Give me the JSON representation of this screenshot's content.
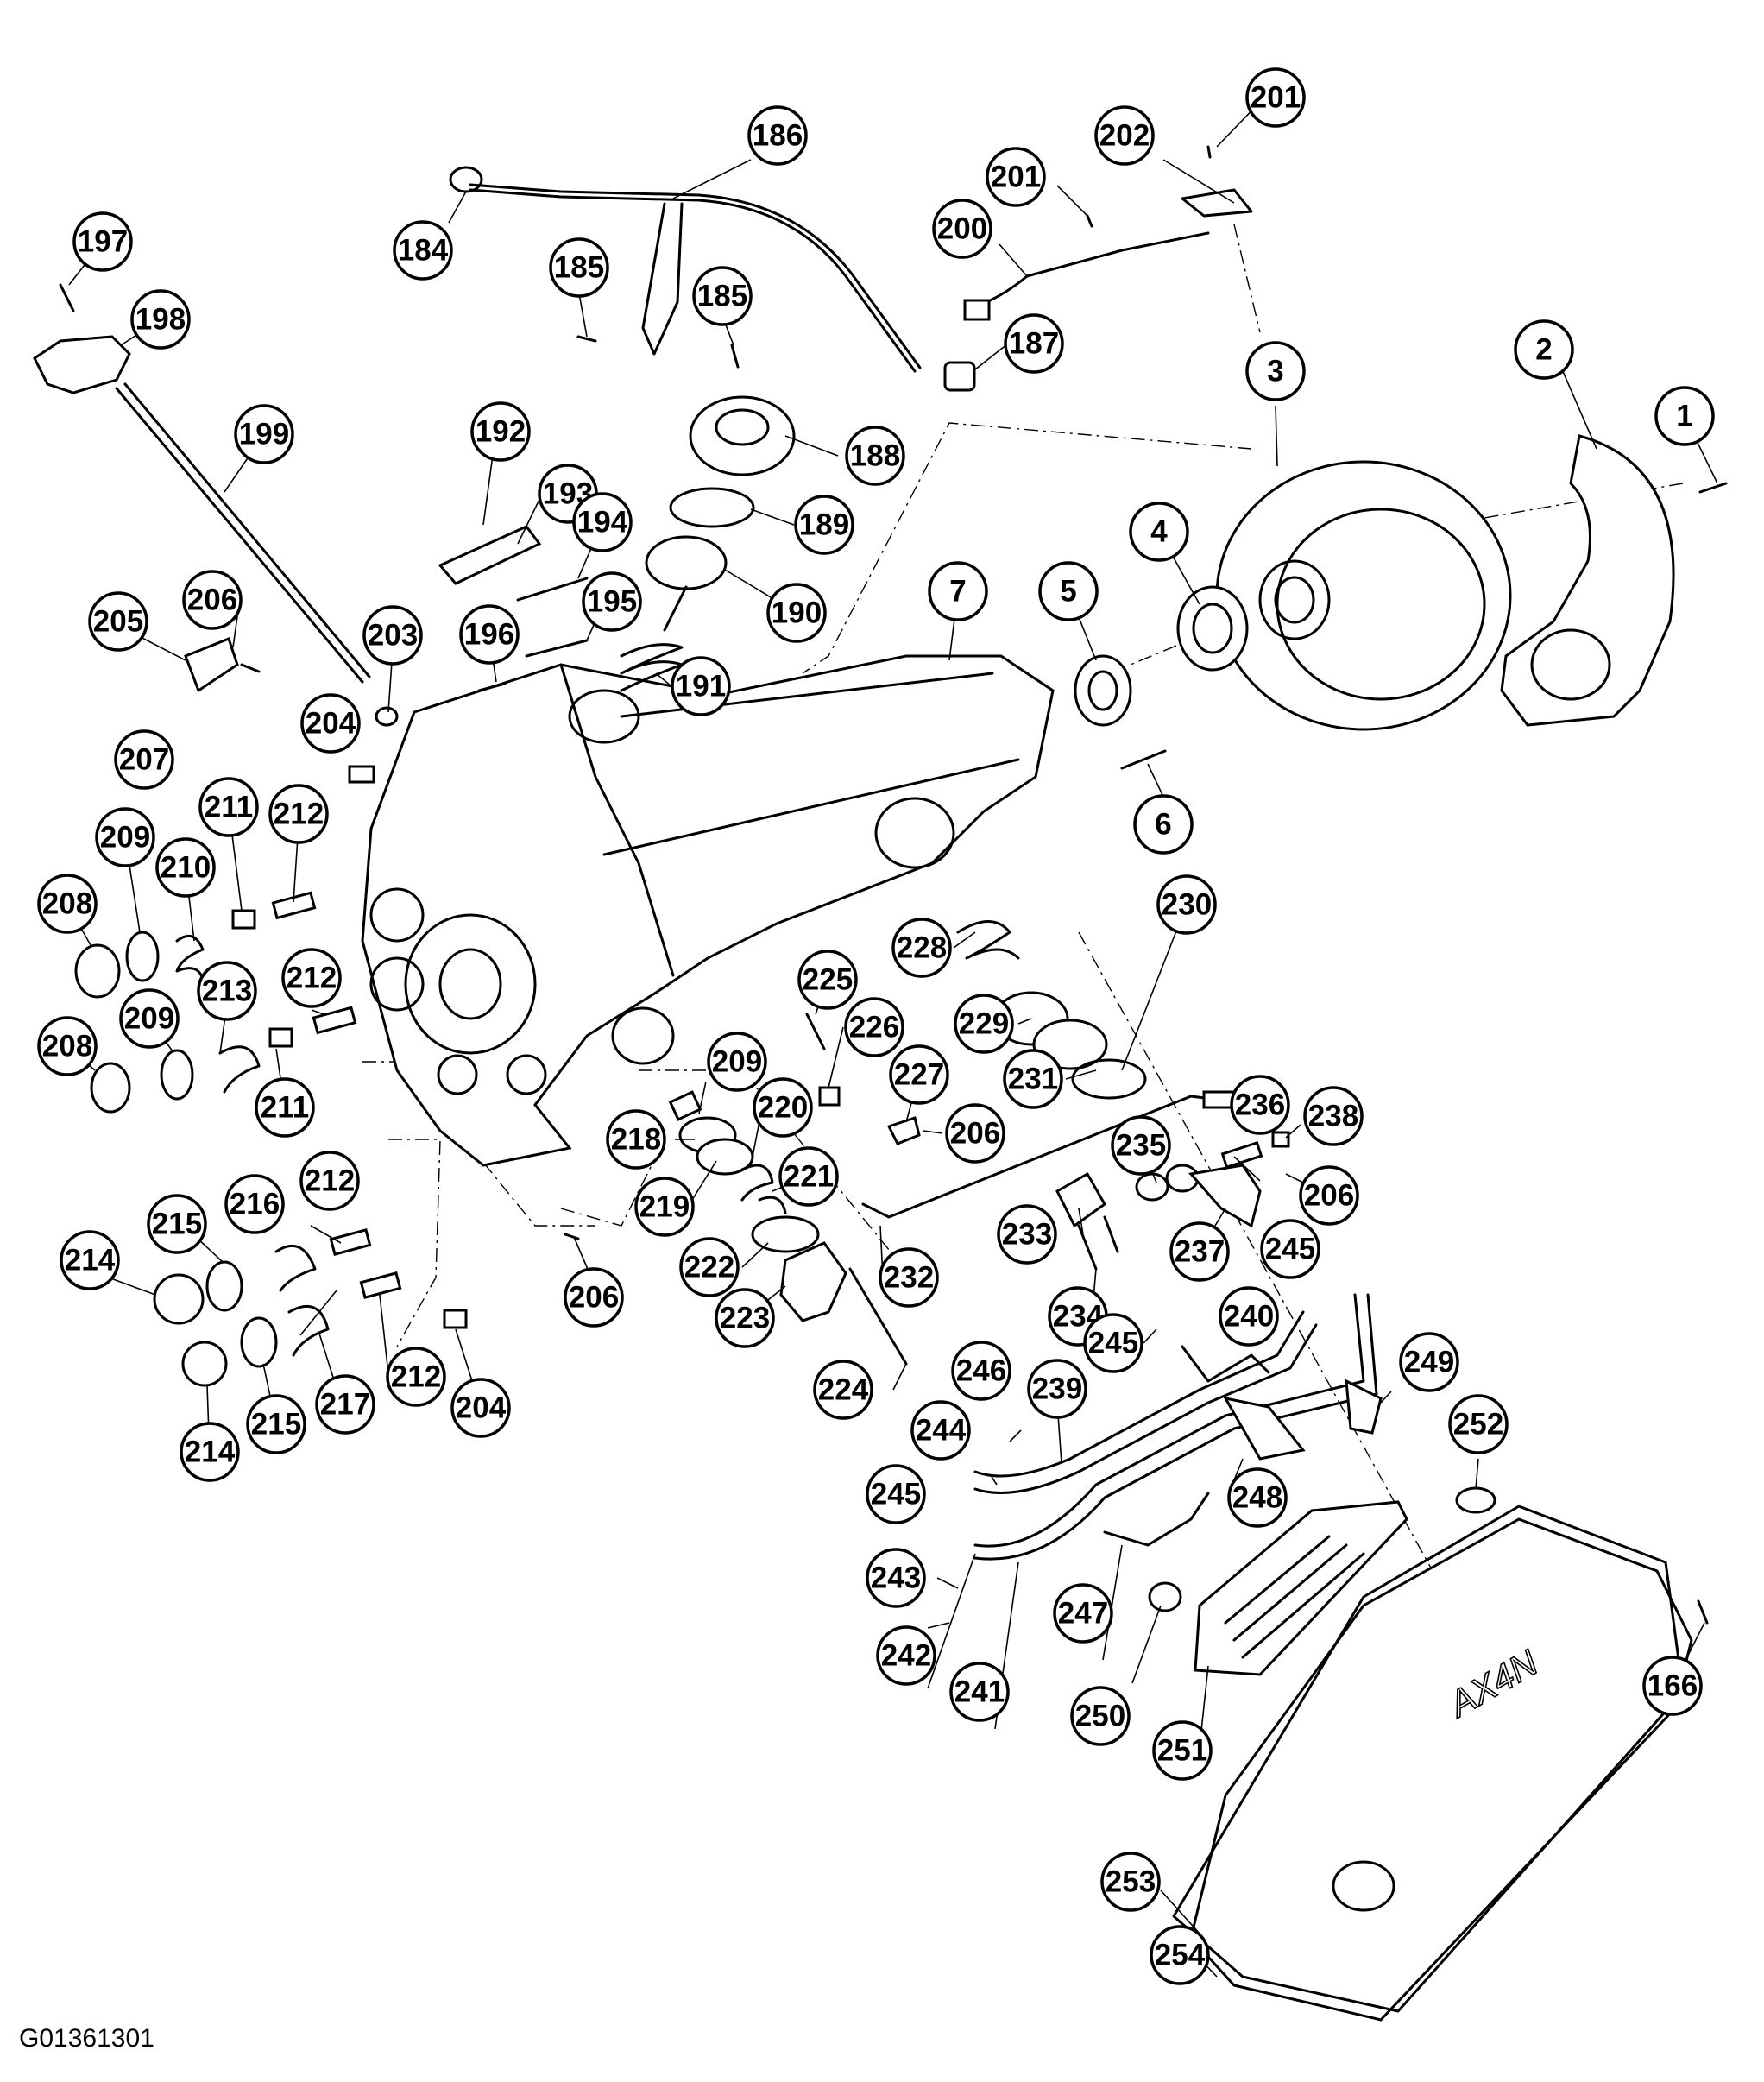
{
  "figure_code": "G01361301",
  "pan_text": "AX4N",
  "callouts": [
    {
      "label": "186"
    },
    {
      "label": "201"
    },
    {
      "label": "202"
    },
    {
      "label": "201"
    },
    {
      "label": "200"
    },
    {
      "label": "197"
    },
    {
      "label": "198"
    },
    {
      "label": "184"
    },
    {
      "label": "185"
    },
    {
      "label": "185"
    },
    {
      "label": "187"
    },
    {
      "label": "3"
    },
    {
      "label": "2"
    },
    {
      "label": "1"
    },
    {
      "label": "199"
    },
    {
      "label": "192"
    },
    {
      "label": "193"
    },
    {
      "label": "188"
    },
    {
      "label": "189"
    },
    {
      "label": "194"
    },
    {
      "label": "4"
    },
    {
      "label": "7"
    },
    {
      "label": "5"
    },
    {
      "label": "190"
    },
    {
      "label": "195"
    },
    {
      "label": "205"
    },
    {
      "label": "206"
    },
    {
      "label": "203"
    },
    {
      "label": "196"
    },
    {
      "label": "191"
    },
    {
      "label": "204"
    },
    {
      "label": "207"
    },
    {
      "label": "211"
    },
    {
      "label": "212"
    },
    {
      "label": "209"
    },
    {
      "label": "6"
    },
    {
      "label": "210"
    },
    {
      "label": "208"
    },
    {
      "label": "230"
    },
    {
      "label": "228"
    },
    {
      "label": "212"
    },
    {
      "label": "225"
    },
    {
      "label": "213"
    },
    {
      "label": "229"
    },
    {
      "label": "209"
    },
    {
      "label": "208"
    },
    {
      "label": "226"
    },
    {
      "label": "231"
    },
    {
      "label": "209"
    },
    {
      "label": "211"
    },
    {
      "label": "227"
    },
    {
      "label": "236"
    },
    {
      "label": "220"
    },
    {
      "label": "238"
    },
    {
      "label": "218"
    },
    {
      "label": "206"
    },
    {
      "label": "235"
    },
    {
      "label": "221"
    },
    {
      "label": "219"
    },
    {
      "label": "206"
    },
    {
      "label": "212"
    },
    {
      "label": "216"
    },
    {
      "label": "215"
    },
    {
      "label": "233"
    },
    {
      "label": "237"
    },
    {
      "label": "245"
    },
    {
      "label": "214"
    },
    {
      "label": "222"
    },
    {
      "label": "232"
    },
    {
      "label": "206"
    },
    {
      "label": "223"
    },
    {
      "label": "234"
    },
    {
      "label": "240"
    },
    {
      "label": "245"
    },
    {
      "label": "224"
    },
    {
      "label": "212"
    },
    {
      "label": "249"
    },
    {
      "label": "246"
    },
    {
      "label": "239"
    },
    {
      "label": "204"
    },
    {
      "label": "217"
    },
    {
      "label": "215"
    },
    {
      "label": "244"
    },
    {
      "label": "252"
    },
    {
      "label": "214"
    },
    {
      "label": "245"
    },
    {
      "label": "248"
    },
    {
      "label": "243"
    },
    {
      "label": "247"
    },
    {
      "label": "166"
    },
    {
      "label": "242"
    },
    {
      "label": "241"
    },
    {
      "label": "250"
    },
    {
      "label": "251"
    },
    {
      "label": "253"
    },
    {
      "label": "254"
    }
  ]
}
